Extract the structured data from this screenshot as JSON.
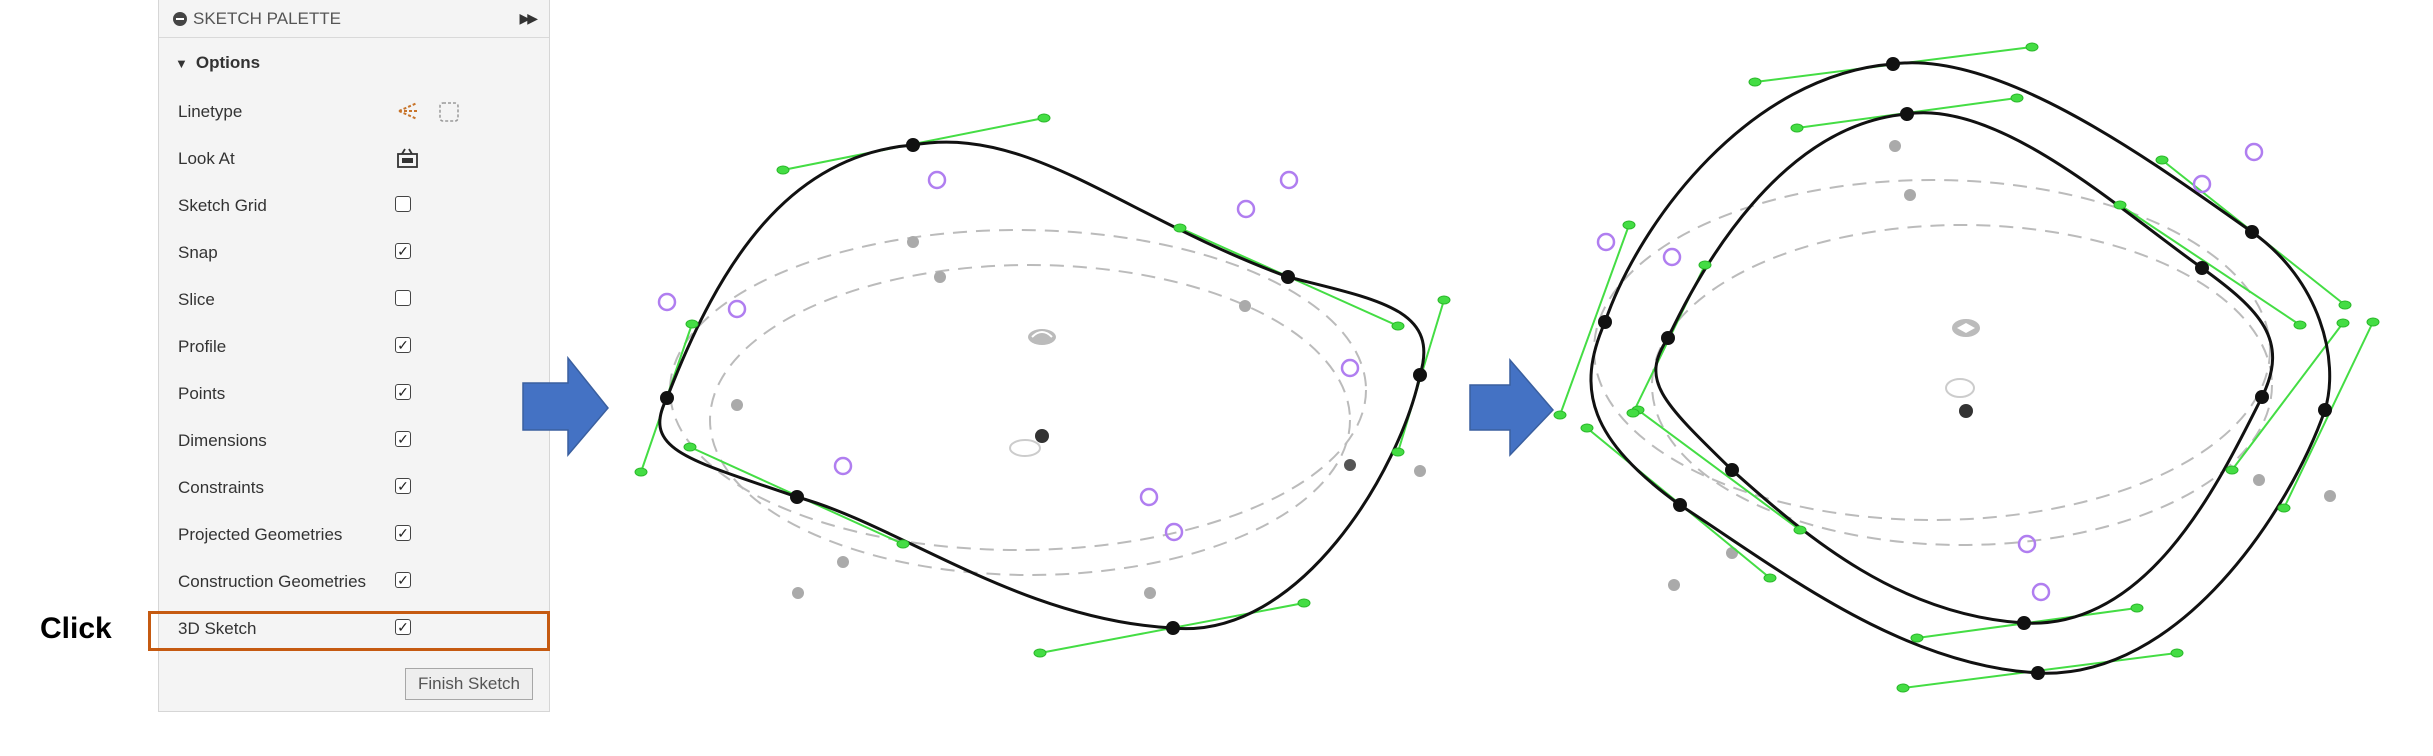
{
  "palette": {
    "title": "SKETCH PALETTE",
    "section": "Options",
    "rows": [
      {
        "label": "Linetype",
        "control": "linetype-icons"
      },
      {
        "label": "Look At",
        "control": "look-at-icon"
      },
      {
        "label": "Sketch Grid",
        "checked": false
      },
      {
        "label": "Snap",
        "checked": true
      },
      {
        "label": "Slice",
        "checked": false
      },
      {
        "label": "Profile",
        "checked": true
      },
      {
        "label": "Points",
        "checked": true
      },
      {
        "label": "Dimensions",
        "checked": true
      },
      {
        "label": "Constraints",
        "checked": true
      },
      {
        "label": "Projected Geometries",
        "checked": true
      },
      {
        "label": "Construction Geometries",
        "checked": true
      },
      {
        "label": "3D Sketch",
        "checked": true
      }
    ],
    "finish_label": "Finish Sketch"
  },
  "annotation": {
    "click_label": "Click",
    "highlight_color": "#c55a11"
  },
  "colors": {
    "arrow": "#4472c4",
    "curve": "#111111",
    "handle": "#44dd44",
    "control_point": "#b07ef0",
    "construction": "#bbbbbb"
  }
}
